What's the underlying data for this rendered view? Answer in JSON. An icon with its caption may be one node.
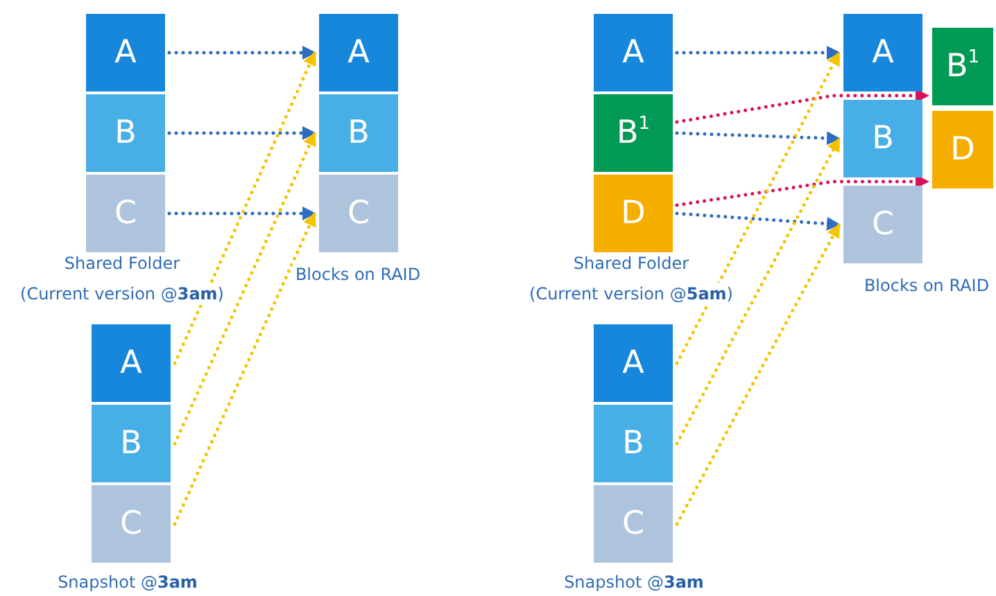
{
  "diagram": {
    "nodes": [
      {
        "text": [
          "A"
        ]
      },
      {
        "text": [
          "B"
        ]
      },
      {
        "text": [
          "C"
        ]
      },
      {
        "text": [
          "A"
        ]
      },
      {
        "text": [
          "B"
        ]
      },
      {
        "text": [
          "C"
        ]
      },
      {
        "text": [
          "A"
        ]
      },
      {
        "text": [
          "B"
        ]
      },
      {
        "text": [
          "C"
        ]
      },
      {
        "text": [
          "A"
        ]
      },
      {
        "text": [
          "B$^{1}$"
        ]
      },
      {
        "text": [
          "D"
        ]
      },
      {
        "text": [
          "A"
        ]
      },
      {
        "text": [
          "B"
        ]
      },
      {
        "text": [
          "C"
        ]
      },
      {
        "text": [
          "B$^{1}$"
        ]
      },
      {
        "text": [
          "D"
        ]
      },
      {
        "text": [
          "A"
        ]
      },
      {
        "text": [
          "B"
        ]
      },
      {
        "text": [
          "C"
        ]
      }
    ],
    "edges": [
      {
        "from": 0,
        "to": 3,
        "arrow": "to"
      },
      {
        "from": 1,
        "to": 4,
        "arrow": "to"
      },
      {
        "from": 2,
        "to": 5,
        "arrow": "to"
      },
      {
        "from": 6,
        "to": 3,
        "arrow": "to",
        "color": "#f5c400"
      },
      {
        "from": 7,
        "to": 4,
        "arrow": "to",
        "color": "#f5c400"
      },
      {
        "from": 8,
        "to": 5,
        "arrow": "to",
        "color": "#f5c400"
      },
      {
        "from": 9,
        "to": 12,
        "arrow": "to"
      },
      {
        "from": 10,
        "to": 13,
        "arrow": "to"
      },
      {
        "from": 11,
        "to": 14,
        "arrow": "to"
      },
      {
        "from": 10,
        "to": 15,
        "arrow": "to",
        "color": "#d9105a"
      },
      {
        "from": 11,
        "to": 16,
        "arrow": "to",
        "color": "#d9105a"
      },
      {
        "from": 17,
        "to": 12,
        "arrow": "to",
        "color": "#f5c400"
      },
      {
        "from": 18,
        "to": 13,
        "arrow": "to",
        "color": "#f5c400"
      },
      {
        "from": 19,
        "to": 14,
        "arrow": "to",
        "color": "#f5c400"
      }
    ],
    "labels": [
      "Shared Folder",
      "(Current version @**3am**)",
      "Blocks on RAID",
      "Snapshot @**3am**",
      "Shared Folder",
      "(Current version @**5am**)",
      "Blocks on RAID",
      "Snapshot @**3am**"
    ]
  }
}
